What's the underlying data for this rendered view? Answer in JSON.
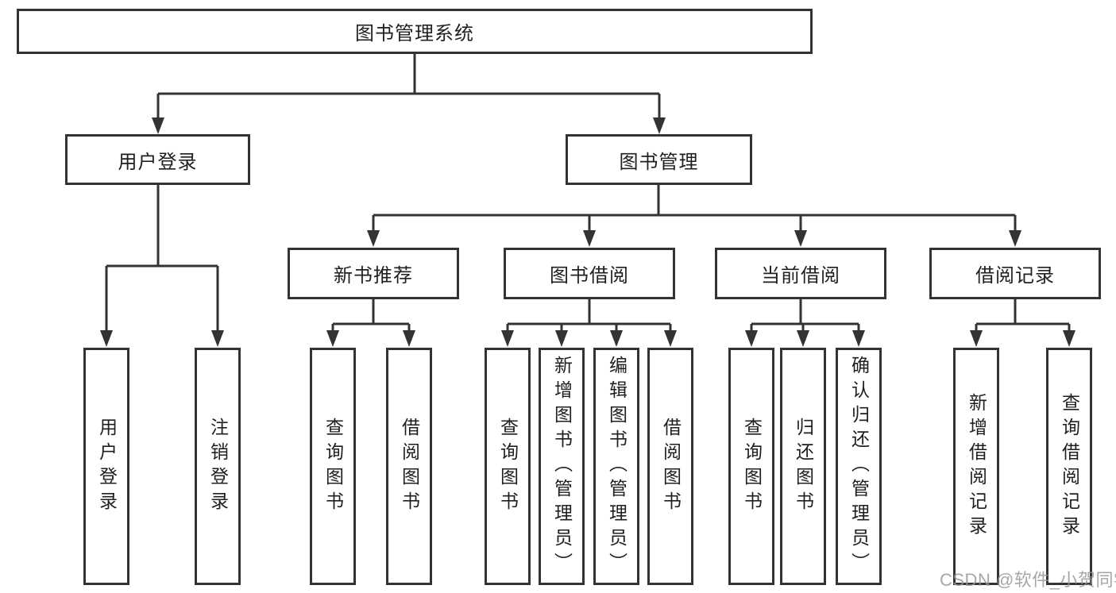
{
  "diagram": {
    "title": "图书管理系统",
    "root": {
      "label": "图书管理系统"
    },
    "level2": [
      {
        "id": "user-login",
        "label": "用户登录"
      },
      {
        "id": "book-management",
        "label": "图书管理"
      }
    ],
    "level3": [
      {
        "id": "new-book-recommend",
        "label": "新书推荐"
      },
      {
        "id": "book-borrow",
        "label": "图书借阅"
      },
      {
        "id": "current-borrow",
        "label": "当前借阅"
      },
      {
        "id": "borrow-record",
        "label": "借阅记录"
      }
    ],
    "leaves": {
      "user_login": [
        {
          "label": "用户登录"
        },
        {
          "label": "注销登录"
        }
      ],
      "new_book_recommend": [
        {
          "label": "查询图书"
        },
        {
          "label": "借阅图书"
        }
      ],
      "book_borrow": [
        {
          "label": "查询图书"
        },
        {
          "label": "新增图书（管理员）"
        },
        {
          "label": "编辑图书（管理员）"
        },
        {
          "label": "借阅图书"
        }
      ],
      "current_borrow": [
        {
          "label": "查询图书"
        },
        {
          "label": "归还图书"
        },
        {
          "label": "确认归还（管理员）"
        }
      ],
      "borrow_record": [
        {
          "label": "新增借阅记录"
        },
        {
          "label": "查询借阅记录"
        }
      ]
    }
  },
  "watermark": "CSDN @软件_小贺同学",
  "colors": {
    "line": "#333333",
    "text": "#1f1f1f",
    "watermark": "#969696",
    "background": "#ffffff"
  }
}
